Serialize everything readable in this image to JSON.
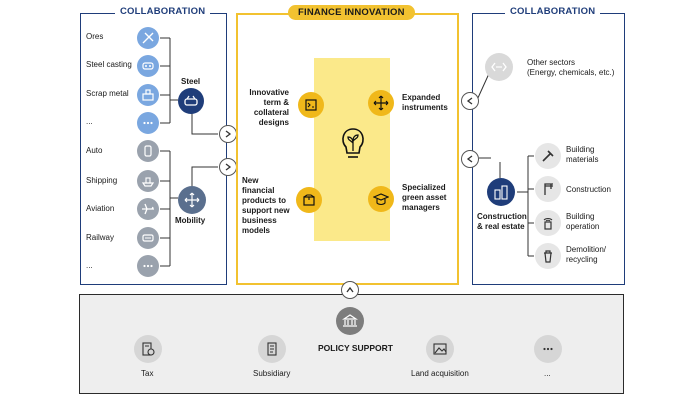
{
  "left": {
    "title": "COLLABORATION",
    "items_top": [
      "Ores",
      "Steel casting",
      "Scrap metal",
      "..."
    ],
    "hub_top": "Steel",
    "items_bottom": [
      "Auto",
      "Shipping",
      "Aviation",
      "Railway",
      "..."
    ],
    "hub_bottom": "Mobility"
  },
  "center": {
    "title": "FINANCE INNOVATION",
    "tl": [
      "Innovative",
      "term &",
      "collateral",
      "designs"
    ],
    "tr": [
      "Expanded",
      "instruments"
    ],
    "bl": [
      "New financial",
      "products to",
      "support new",
      "business",
      "models"
    ],
    "br": [
      "Specialized",
      "green asset",
      "managers"
    ]
  },
  "right": {
    "title": "COLLABORATION",
    "other": [
      "Other sectors",
      "(Energy, chemicals, etc.)"
    ],
    "hub": [
      "Construction",
      "& real estate"
    ],
    "items": [
      [
        "Building",
        "materials"
      ],
      [
        "Construction"
      ],
      [
        "Building",
        "operation"
      ],
      [
        "Demolition/",
        "recycling"
      ]
    ]
  },
  "bottom": {
    "title": "POLICY SUPPORT",
    "items": [
      "Tax",
      "Subsidiary",
      "Land acquisition",
      "..."
    ]
  },
  "colors": {
    "navy": "#1f3d7a",
    "gold": "#f2c230",
    "light_blue": "#7aa7e0",
    "grey": "#9aa2ad"
  }
}
